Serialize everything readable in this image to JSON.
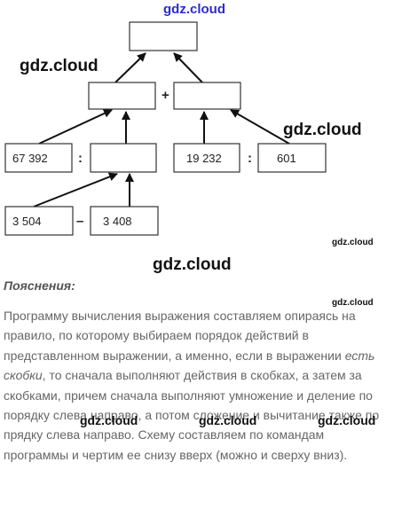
{
  "watermarks": {
    "top": "gdz.cloud",
    "large": "gdz.cloud",
    "small": "gdz.cloud",
    "mid": "gdz.cloud"
  },
  "diagram": {
    "boxes": {
      "result": "",
      "sum_left": "",
      "sum_right": "",
      "dividend_left": "67 392",
      "divisor_left": "",
      "dividend_right": "19 232",
      "divisor_right": "601",
      "minuend": "3 504",
      "subtrahend": "3 408"
    },
    "operators": {
      "plus": "+",
      "divide_left": ":",
      "divide_right": ":",
      "minus": "–"
    }
  },
  "explanation": {
    "heading": "Пояснения:",
    "text_part1": "Программу вычисления выражения составляем опираясь на правило, по которому выбираем порядок действий в представленном выражении, а именно, если в выражении ",
    "emphasis": "есть скобки",
    "text_part2": ", то сначала выполняют действия в скобках, а затем за скобками, причем сначала выполняют умножение и деление по порядку слева направо, а потом сложение и вычитание также по прядку слева направо. Схему составляем по командам программы и чертим ее снизу вверх (можно и сверху вниз)."
  }
}
